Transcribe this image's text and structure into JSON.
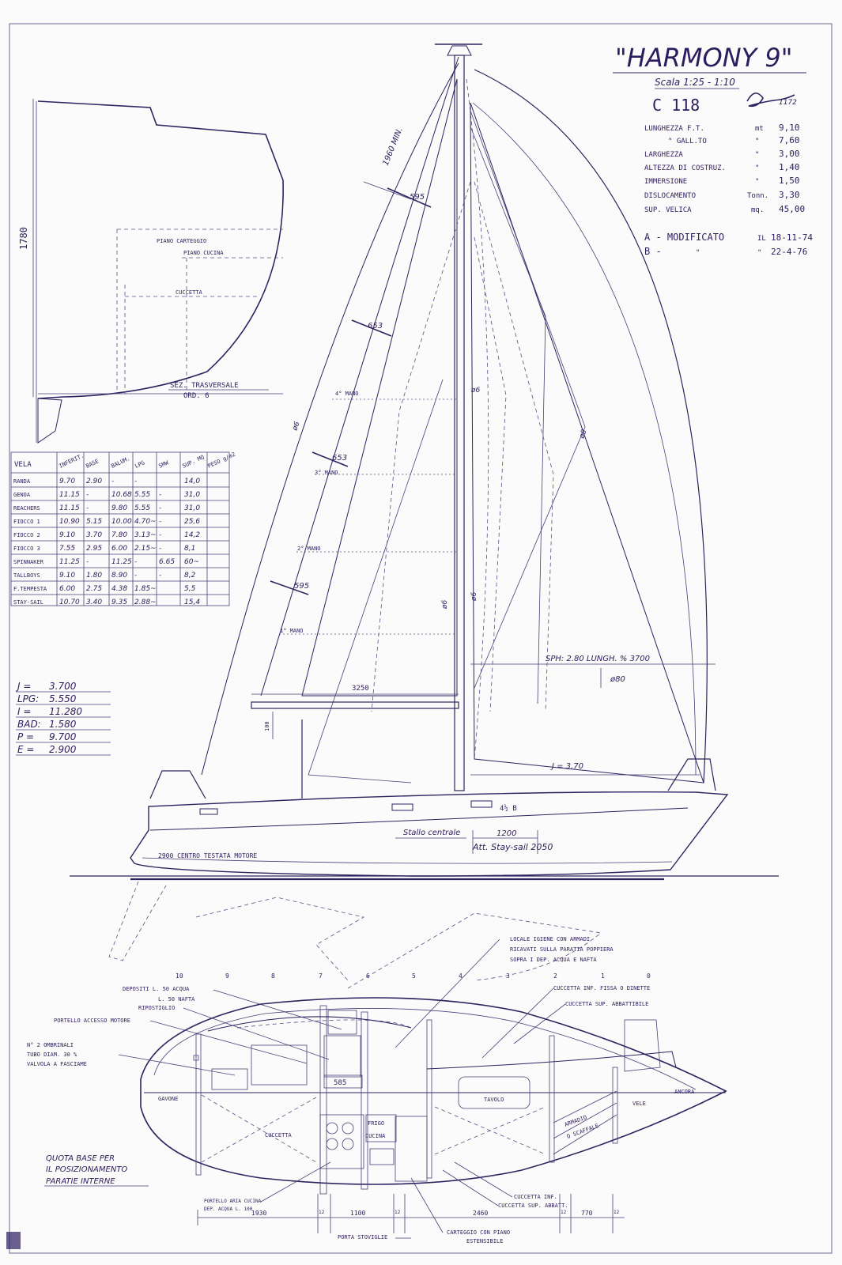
{
  "title": "\"HARMONY 9\"",
  "scale": "Scala 1:25 - 1:10",
  "code": "C 118",
  "signature_note": "1172",
  "specs": [
    {
      "label": "LUNGHEZZA F.T.",
      "unit": "mt",
      "value": "9,10"
    },
    {
      "label": "\" GALL.TO",
      "unit": "\"",
      "value": "7,60"
    },
    {
      "label": "LARGHEZZA",
      "unit": "\"",
      "value": "3,00"
    },
    {
      "label": "ALTEZZA DI COSTRUZ.",
      "unit": "\"",
      "value": "1,40"
    },
    {
      "label": "IMMERSIONE",
      "unit": "\"",
      "value": "1,50"
    },
    {
      "label": "DISLOCAMENTO",
      "unit": "Tonn.",
      "value": "3,30"
    },
    {
      "label": "SUP. VELICA",
      "unit": "mq.",
      "value": "45,00"
    }
  ],
  "modifications": [
    {
      "letter": "A - MODIFICATO",
      "il": "IL",
      "date": "18-11-74"
    },
    {
      "letter": "B -",
      "il": "\"",
      "date": "22-4-76"
    }
  ],
  "section": {
    "height_dim": "1780",
    "piano_carteggio": "PIANO CARTEGGIO",
    "piano_cucina": "PIANO CUCINA",
    "cuccetta": "CUCCETTA",
    "caption_1": "SEZ. TRASVERSALE",
    "caption_2": "ORD. 6"
  },
  "sail_table": {
    "headers": [
      "VELA",
      "INFERIT.",
      "BASE",
      "BALUM.",
      "LPG",
      "SMW",
      "SUP. MQ",
      "PESO g/m2"
    ],
    "rows": [
      [
        "RANDA",
        "9.70",
        "2.90",
        "-",
        "-",
        "",
        "14,0",
        ""
      ],
      [
        "GENOA",
        "11.15",
        "-",
        "10.68",
        "5.55",
        "-",
        "31,0",
        ""
      ],
      [
        "REACHERS",
        "11.15",
        "-",
        "9.80",
        "5.55",
        "-",
        "31,0",
        ""
      ],
      [
        "FIOCCO 1",
        "10.90",
        "5.15",
        "10.00",
        "4.70~",
        "-",
        "25,6",
        ""
      ],
      [
        "FIOCCO 2",
        "9.10",
        "3.70",
        "7.80",
        "3.13~",
        "-",
        "14,2",
        ""
      ],
      [
        "FIOCCO 3",
        "7.55",
        "2.95",
        "6.00",
        "2.15~",
        "-",
        "8,1",
        ""
      ],
      [
        "SPINNAKER",
        "11.25",
        "-",
        "11.25",
        "-",
        "6.65",
        "60~",
        ""
      ],
      [
        "TALLBOYS",
        "9.10",
        "1.80",
        "8.90",
        "-",
        "-",
        "8,2",
        ""
      ],
      [
        "F.TEMPESTA",
        "6.00",
        "2.75",
        "4.38",
        "1.85~",
        "",
        "5,5",
        ""
      ],
      [
        "STAY-SAIL",
        "10.70",
        "3.40",
        "9.35",
        "2.88~",
        "",
        "15,4",
        ""
      ]
    ]
  },
  "rig_dims": [
    {
      "k": "J =",
      "v": "3.700"
    },
    {
      "k": "LPG:",
      "v": "5.550"
    },
    {
      "k": "I =",
      "v": "11.280"
    },
    {
      "k": "BAD:",
      "v": "1.580"
    },
    {
      "k": "P =",
      "v": "9.700"
    },
    {
      "k": "E =",
      "v": "2.900"
    }
  ],
  "profile": {
    "mast_top": "1960 MIN.",
    "batten_1": "595",
    "batten_2": "653",
    "batten_3": "653",
    "batten_4": "595",
    "reef_4": "4° MANO",
    "reef_3": "3° MANO",
    "reef_2": "2° MANO",
    "reef_1": "1° MANO",
    "d6a": "ø6",
    "d6b": "ø6",
    "d6c": "ø6",
    "d6d": "ø6",
    "d8": "ø8",
    "boom": "3250",
    "boom_h": "100",
    "sph": "SPH: 2.80 LUNGH. % 3700",
    "phi80": "ø80",
    "j": "J = 3.70",
    "b45": "4½ B",
    "stallo": "Stallo centrale",
    "d1200": "1200",
    "att": "Att. Stay-sail 2050",
    "motore": "2900  CENTRO TESTATA MOTORE"
  },
  "plan": {
    "locale_1": "LOCALE IGIENE CON ARMADI",
    "locale_2": "RICAVATI SULLA PARATIA POPPIERA",
    "locale_3": "SOPRA I DEP. ACQUA E NAFTA",
    "stations": [
      "10",
      "9",
      "8",
      "7",
      "6",
      "5",
      "4",
      "3",
      "2",
      "1",
      "0"
    ],
    "depositi_1": "DEPOSITI L. 50 ACQUA",
    "depositi_2": "L. 50 NAFTA",
    "ripostiglio": "RIPOSTIGLIO",
    "portello_motore": "PORTELLO ACCESSO MOTORE",
    "ombrinali_1": "N° 2 OMBRINALI",
    "ombrinali_2": "TUBO DIAM. 30 %",
    "ombrinali_3": "VALVOLA A FASCIAME",
    "cuccetta_fissa": "CUCCETTA INF. FISSA O DINETTE",
    "cuccetta_sup": "CUCCETTA SUP. ABBATTIBILE",
    "gavone": "GAVONE",
    "d585": "585",
    "tavolo": "TAVOLO",
    "ancora": "ANCORA",
    "vele": "VELE",
    "armadio_1": "ARMADIO",
    "armadio_2": "O SCAFFALE",
    "cuccetta": "CUCCETTA",
    "frigo": "FRIGO",
    "cucina": "CUCINA",
    "quota_1": "QUOTA BASE PER",
    "quota_2": "IL POSIZIONAMENTO",
    "quota_3": "PARATIE INTERNE",
    "portello_aria_1": "PORTELLO ARIA CUCINA",
    "portello_aria_2": "DEP. ACQUA L. 100",
    "cuccetta_inf": "CUCCETTA INF.",
    "cuccetta_sup_abbatt": "CUCCETTA SUP. ABBATT.",
    "dims": [
      "1930",
      "12",
      "1100",
      "12",
      "2460",
      "12",
      "770",
      "12"
    ],
    "porta_stoviglie": "PORTA STOVIGLIE",
    "carteggio_1": "CARTEGGIO CON PIANO",
    "carteggio_2": "ESTENSIBILE"
  },
  "colors": {
    "ink": "#2b1e5e",
    "paper": "#fbfbfb",
    "hull_shade": "#b9b0d6"
  }
}
